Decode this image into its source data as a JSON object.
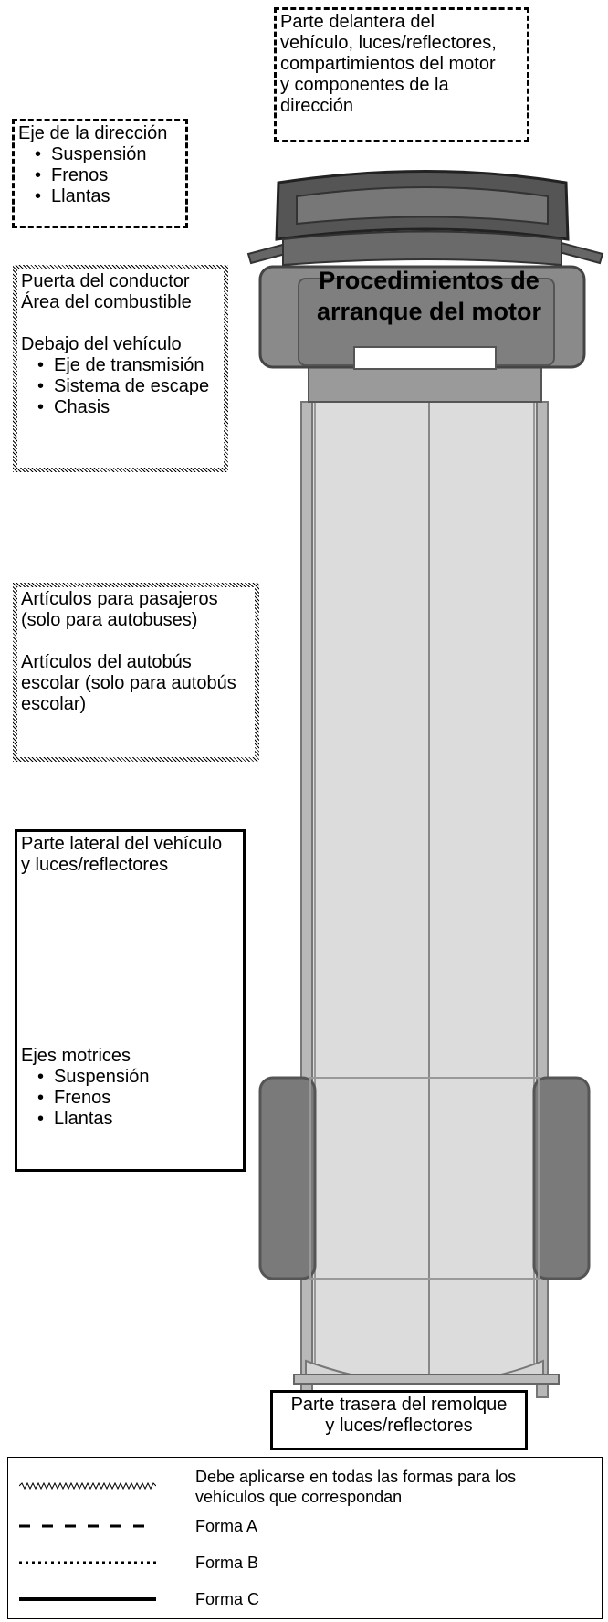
{
  "front_box": {
    "lines": [
      "Parte delantera del",
      "vehículo, luces/reflectores,",
      "compartimientos del motor",
      "y componentes de la",
      "dirección"
    ]
  },
  "steering_box": {
    "title": "Eje de la dirección",
    "items": [
      "Suspensión",
      "Frenos",
      "Llantas"
    ]
  },
  "engine_label": {
    "line1": "Procedimientos de",
    "line2": "arranque del motor"
  },
  "driver_box": {
    "line1": "Puerta del conductor",
    "line2": "Área del combustible",
    "under_title": "Debajo del vehículo",
    "items": [
      "Eje de transmisión",
      "Sistema de escape",
      "Chasis"
    ]
  },
  "passenger_box": {
    "line1": "Artículos para pasajeros",
    "line2": "(solo para autobuses)",
    "line3": "Artículos del autobús",
    "line4": "escolar (solo para autobús",
    "line5": "escolar)"
  },
  "side_box": {
    "line1": "Parte lateral del vehículo",
    "line2": "y luces/reflectores",
    "axle_title": "Ejes motrices",
    "items": [
      "Suspensión",
      "Frenos",
      "Llantas"
    ]
  },
  "rear_box": {
    "line1": "Parte trasera del remolque",
    "line2": "y luces/reflectores"
  },
  "legend": {
    "all_forms_line1": "Debe aplicarse en todas las formas para los",
    "all_forms_line2": "vehículos que correspondan",
    "form_a": "Forma A",
    "form_b": "Forma B",
    "form_c": "Forma C"
  }
}
